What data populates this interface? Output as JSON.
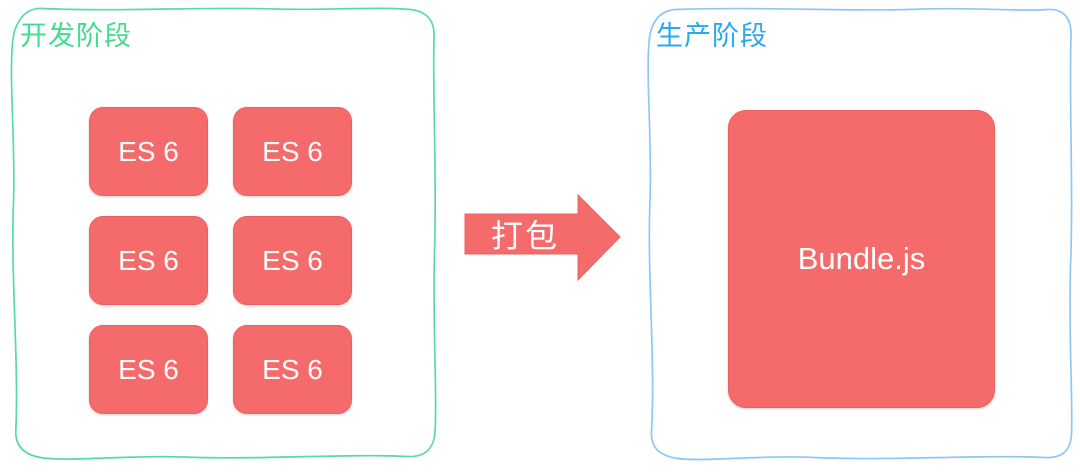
{
  "dev_stage": {
    "label": "开发阶段",
    "modules": [
      {
        "label": "ES 6"
      },
      {
        "label": "ES 6"
      },
      {
        "label": "ES 6"
      },
      {
        "label": "ES 6"
      },
      {
        "label": "ES 6"
      },
      {
        "label": "ES 6"
      }
    ]
  },
  "arrow": {
    "label": "打包"
  },
  "prod_stage": {
    "label": "生产阶段",
    "bundle": {
      "label": "Bundle.js"
    }
  },
  "colors": {
    "dev_border": "#56dba4",
    "dev_label_text": "#3ede8d",
    "prod_border": "#8ec6f7",
    "prod_label_text": "#28a8f0",
    "block_fill": "#f56b6b",
    "block_text": "#ffffff",
    "arrow_fill": "#f56b6b",
    "arrow_text": "#ffffff"
  }
}
